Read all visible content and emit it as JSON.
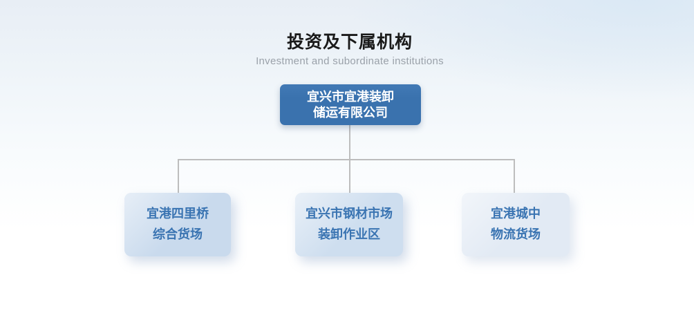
{
  "page": {
    "title": "投资及下属机构",
    "subtitle": "Investment and subordinate institutions"
  },
  "org_chart": {
    "root": {
      "label_line1": "宜兴市宜港装卸",
      "label_line2": "储运有限公司"
    },
    "children": [
      {
        "label_line1": "宜港四里桥",
        "label_line2": "综合货场"
      },
      {
        "label_line1": "宜兴市钢材市场",
        "label_line2": "装卸作业区"
      },
      {
        "label_line1": "宜港城中",
        "label_line2": "物流货场"
      }
    ]
  },
  "colors": {
    "title_text": "#1a1a1a",
    "subtitle_text": "#9aa1a9",
    "root_node_bg": "#3a72ae",
    "root_node_text": "#ffffff",
    "child_node_bg_1": "#c9daed",
    "child_node_bg_2": "#cedeef",
    "child_node_bg_3": "#e2eaf4",
    "child_node_text": "#3a74b2",
    "connector": "#bdbdbd"
  }
}
